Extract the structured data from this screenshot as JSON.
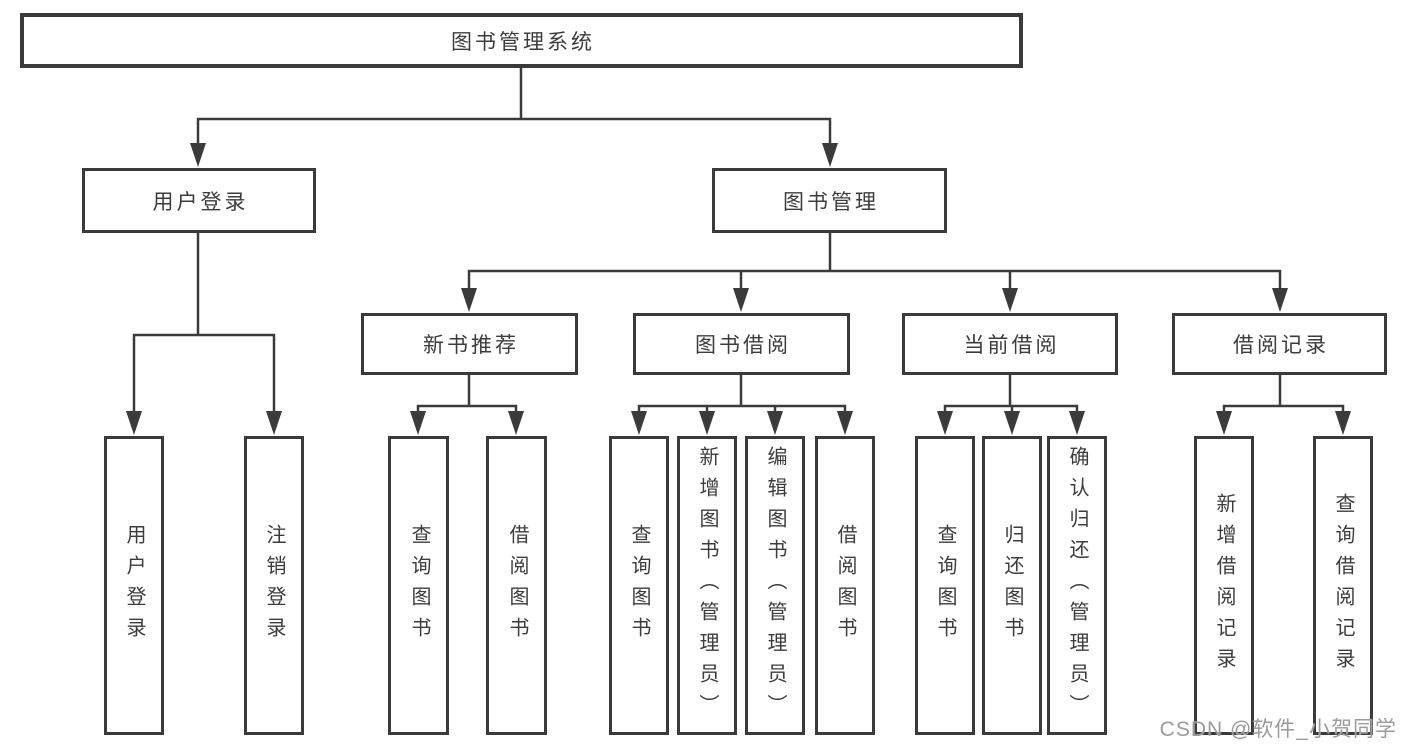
{
  "diagram_type": "hierarchy-tree",
  "colors": {
    "line": "#3b3b3b",
    "box_border": "#3a3a3a",
    "box_fill": "#ffffff",
    "text": "#3c3c3c",
    "watermark": "#9b9b9b"
  },
  "tree": {
    "label": "图书管理系统",
    "children": [
      {
        "label": "用户登录",
        "children": [
          {
            "label": "用户登录"
          },
          {
            "label": "注销登录"
          }
        ]
      },
      {
        "label": "图书管理",
        "children": [
          {
            "label": "新书推荐",
            "children": [
              {
                "label": "查询图书"
              },
              {
                "label": "借阅图书"
              }
            ]
          },
          {
            "label": "图书借阅",
            "children": [
              {
                "label": "查询图书"
              },
              {
                "label": "新增图书（管理员）"
              },
              {
                "label": "编辑图书（管理员）"
              },
              {
                "label": "借阅图书"
              }
            ]
          },
          {
            "label": "当前借阅",
            "children": [
              {
                "label": "查询图书"
              },
              {
                "label": "归还图书"
              },
              {
                "label": "确认归还（管理员）"
              }
            ]
          },
          {
            "label": "借阅记录",
            "children": [
              {
                "label": "新增借阅记录"
              },
              {
                "label": "查询借阅记录"
              }
            ]
          }
        ]
      }
    ]
  },
  "watermark": {
    "text": "CSDN @软件_小贺同学"
  }
}
